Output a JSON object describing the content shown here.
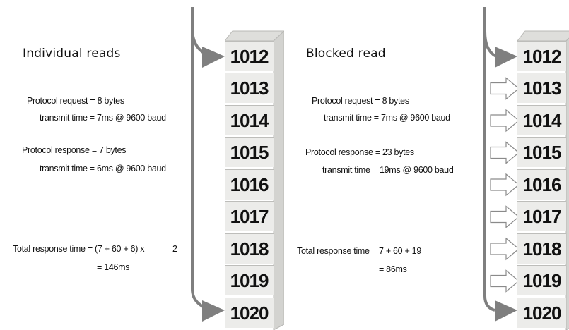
{
  "left": {
    "title": "Individual reads",
    "request_line1": "Protocol request = 8 bytes",
    "request_line2": "transmit time = 7ms @ 9600 baud",
    "response_line1": "Protocol response = 7 bytes",
    "response_line2": "transmit time = 6ms @ 9600 baud",
    "total_line1": "Total response time = (7 + 60 + 6) x",
    "total_multiplier": "2",
    "total_line2": "= 146ms",
    "registers": [
      "1012",
      "1013",
      "1014",
      "1015",
      "1016",
      "1017",
      "1018",
      "1019",
      "1020"
    ]
  },
  "right": {
    "title": "Blocked read",
    "request_line1": "Protocol request = 8 bytes",
    "request_line2": "transmit time = 7ms @ 9600 baud",
    "response_line1": "Protocol response = 23 bytes",
    "response_line2": "transmit time = 19ms @ 9600 baud",
    "total_line1": "Total response time = 7 + 60 + 19",
    "total_line2": "= 86ms",
    "registers": [
      "1012",
      "1013",
      "1014",
      "1015",
      "1016",
      "1017",
      "1018",
      "1019",
      "1020"
    ]
  },
  "colors": {
    "arrow": "#7f7f7f",
    "cell": "#ececea",
    "cell_side": "#d6d6d3"
  }
}
